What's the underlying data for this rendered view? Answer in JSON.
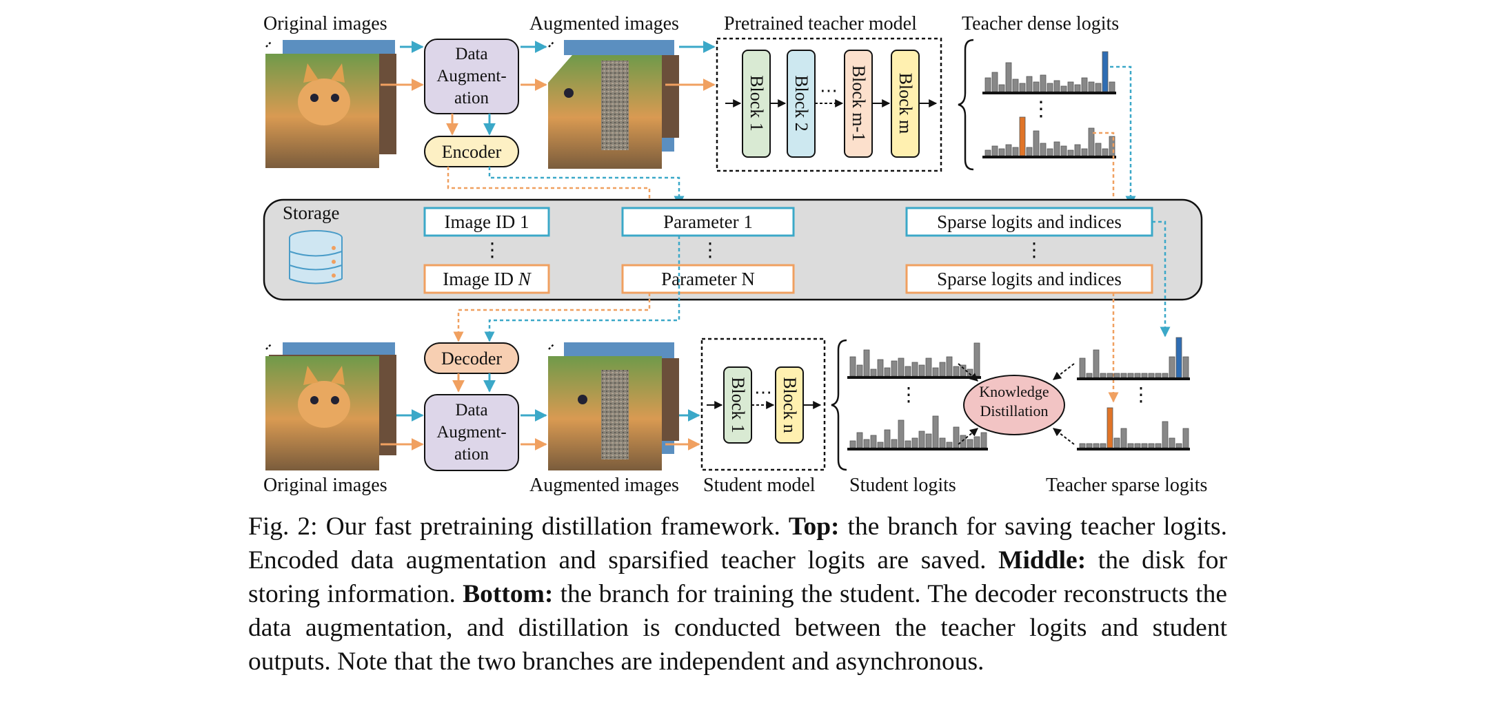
{
  "top": {
    "original_images": "Original images",
    "augmented_images": "Augmented images",
    "teacher_model_title": "Pretrained teacher model",
    "teacher_logits_title": "Teacher dense logits",
    "data_augmentation": [
      "Data",
      "Augment-",
      "ation"
    ],
    "encoder": "Encoder",
    "blocks": [
      "Block 1",
      "Block 2",
      "Block m-1",
      "Block m"
    ],
    "dots": "⋯"
  },
  "storage": {
    "title": "Storage",
    "image_id_1": "Image ID 1",
    "image_id_n_prefix": "Image ID ",
    "image_id_n_var": "N",
    "parameter_1": "Parameter 1",
    "parameter_n": "Parameter N",
    "sparse_1": "Sparse logits and indices",
    "sparse_n": "Sparse logits and indices",
    "vdots": "⋮"
  },
  "bottom": {
    "decoder": "Decoder",
    "data_augmentation": [
      "Data",
      "Augment-",
      "ation"
    ],
    "original_images": "Original images",
    "augmented_images": "Augmented images",
    "student_model": "Student model",
    "student_blocks": [
      "Block 1",
      "Block n"
    ],
    "student_logits": "Student logits",
    "teacher_sparse_logits": "Teacher sparse logits",
    "knowledge_distillation": [
      "Knowledge",
      "Distillation"
    ]
  },
  "caption": {
    "fig": "Fig. 2:",
    "text1": " Our fast pretraining distillation framework. ",
    "top_label": "Top:",
    "text2": " the branch for saving teacher logits. Encoded data augmentation and sparsified teacher logits are saved. ",
    "middle_label": "Middle:",
    "text3": " the disk for storing information. ",
    "bottom_label": "Bottom:",
    "text4": " the branch for training the student. The decoder reconstructs the data augmentation, and distillation is conducted between the teacher logits and student outputs. Note that the two branches are independent and asynchronous."
  },
  "colors": {
    "blue_arrow": "#3ba8c8",
    "orange_arrow": "#f0a060",
    "data_aug_fill": "#ddd6e9",
    "encoder_fill": "#fdf0c4",
    "decoder_fill": "#f7cfb2",
    "block1_fill": "#d9ead3",
    "block2_fill": "#cde8f0",
    "blockm1_fill": "#fce0cc",
    "blockm_fill": "#fff0b0",
    "storage_fill": "#dcdcdc",
    "kd_fill": "#f2c4c4",
    "bar_gray": "#888888",
    "bar_blue": "#2f6db3",
    "bar_orange": "#e07428"
  }
}
